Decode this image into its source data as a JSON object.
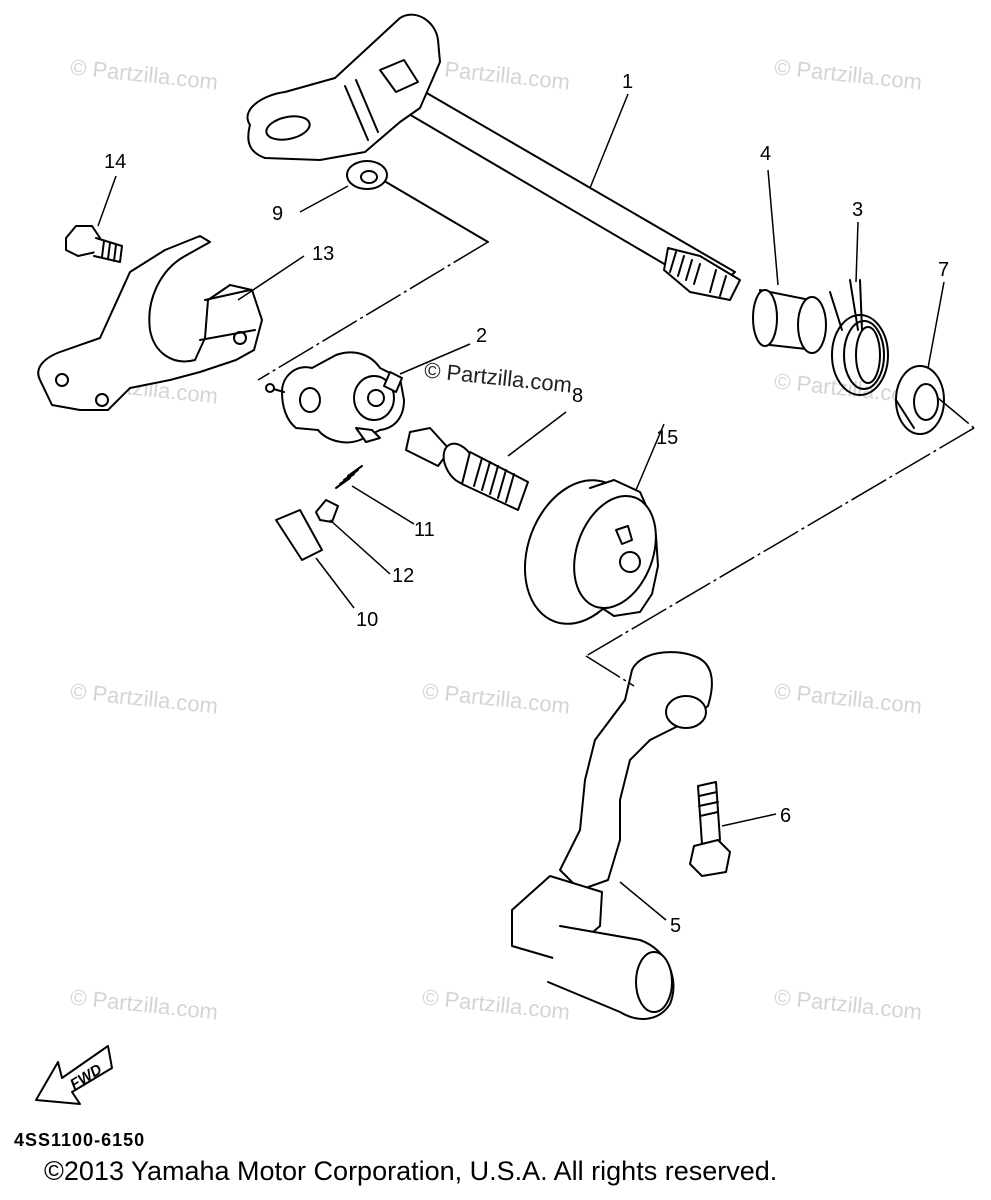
{
  "watermark": "© Partzilla.com",
  "center_watermark": "© Partzilla.com",
  "callouts": {
    "c1": "1",
    "c2": "2",
    "c3": "3",
    "c4": "4",
    "c5": "5",
    "c6": "6",
    "c7": "7",
    "c8": "8",
    "c9": "9",
    "c10": "10",
    "c11": "11",
    "c12": "12",
    "c13": "13",
    "c14": "14",
    "c15": "15"
  },
  "fwd_label": "FWD",
  "part_code": "4SS1100-6150",
  "copyright": "©2013  Yamaha Motor Corporation, U.S.A. All rights reserved."
}
